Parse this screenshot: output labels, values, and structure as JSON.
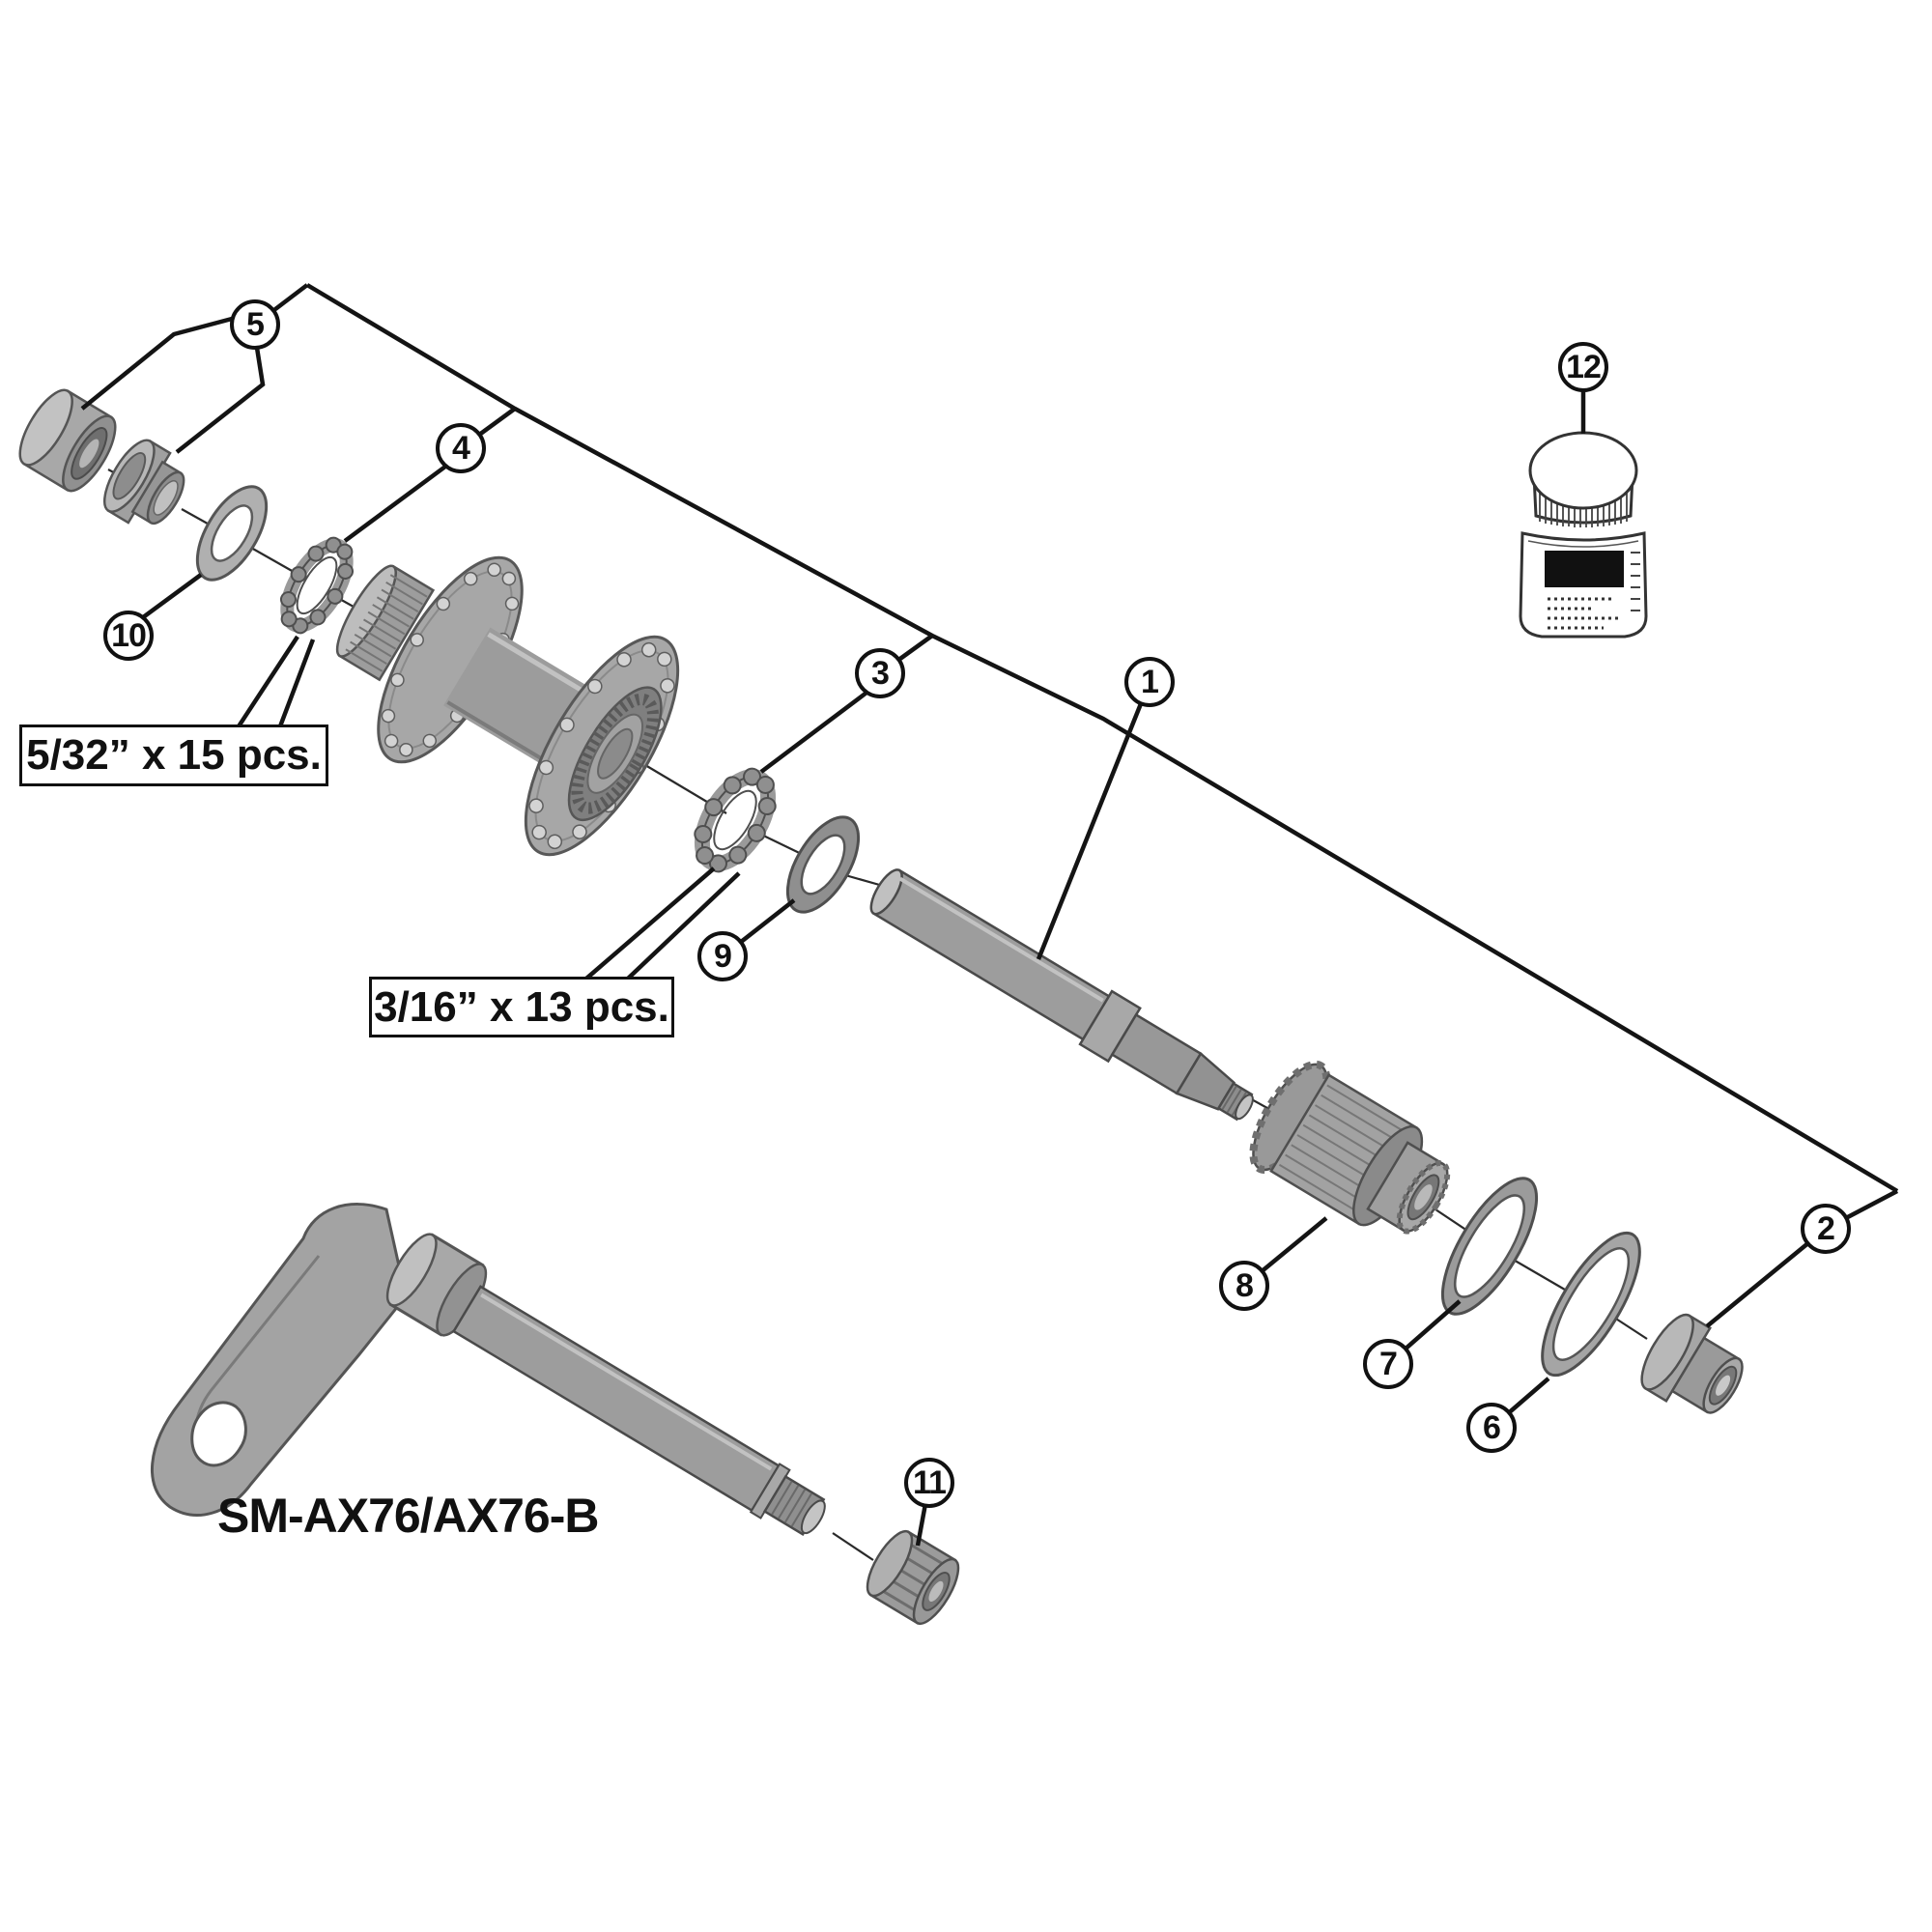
{
  "figure": {
    "type": "exploded-parts-diagram",
    "model_label": "SM-AX76/AX76-B",
    "callouts": [
      {
        "num": "1"
      },
      {
        "num": "2"
      },
      {
        "num": "3"
      },
      {
        "num": "4"
      },
      {
        "num": "5"
      },
      {
        "num": "6"
      },
      {
        "num": "7"
      },
      {
        "num": "8"
      },
      {
        "num": "9"
      },
      {
        "num": "10"
      },
      {
        "num": "11"
      },
      {
        "num": "12"
      }
    ],
    "part_labels": [
      {
        "text": "5/32” x 15 pcs."
      },
      {
        "text": "3/16” x 13 pcs."
      }
    ],
    "colors": {
      "background": "#ffffff",
      "line": "#1a1a1a",
      "part_mid": "#a6a6a6",
      "part_dark": "#7e7e7e",
      "part_light": "#c9c9c9",
      "outline": "#555555",
      "label_ink": "#111111"
    }
  }
}
